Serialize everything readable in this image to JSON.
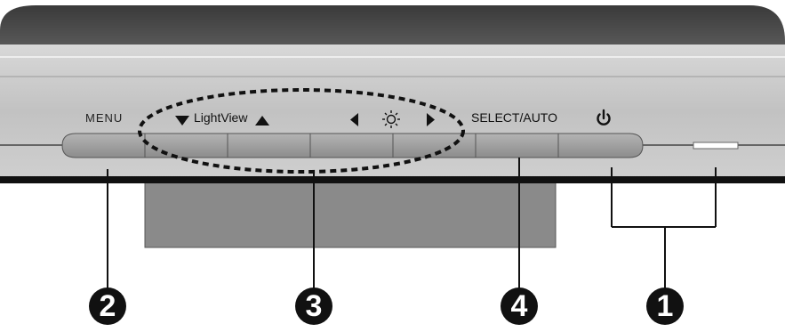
{
  "labels": {
    "menu": "MENU",
    "lightview": "LightView",
    "select_auto": "SELECT/AUTO"
  },
  "icons": {
    "down_arrow": "triangle-down-icon",
    "up_arrow": "triangle-up-icon",
    "left_arrow": "triangle-left-icon",
    "brightness": "sun-icon",
    "right_arrow": "triangle-right-icon",
    "power": "power-icon"
  },
  "callouts": {
    "power_group": "1",
    "menu": "2",
    "lightview_brightness_group": "3",
    "select_auto": "4"
  },
  "colors": {
    "bezel_top": "#4a4a4a",
    "bezel_face": "#c4c4c4",
    "button": "#9a9a9a",
    "stand": "#8a8a8a",
    "ink": "#111111"
  }
}
